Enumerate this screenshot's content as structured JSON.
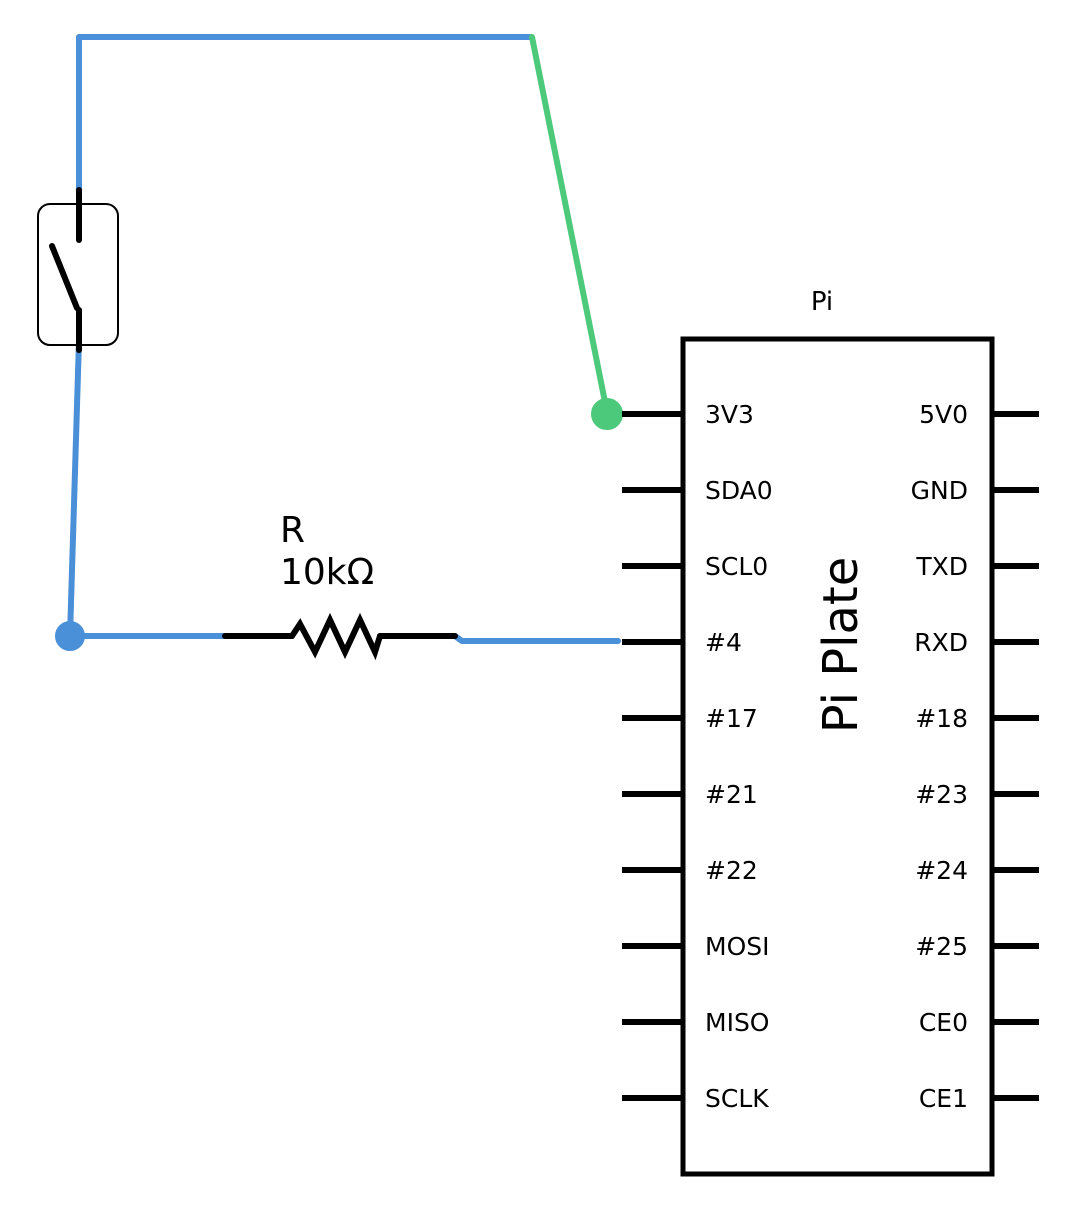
{
  "chip": {
    "part_label": "Pi",
    "body_label": "Pi Plate",
    "left_pins": [
      "3V3",
      "SDA0",
      "SCL0",
      "#4",
      "#17",
      "#21",
      "#22",
      "MOSI",
      "MISO",
      "SCLK"
    ],
    "right_pins": [
      "5V0",
      "GND",
      "TXD",
      "RXD",
      "#18",
      "#23",
      "#24",
      "#25",
      "CE0",
      "CE1"
    ]
  },
  "resistor": {
    "name": "R",
    "value": "10kΩ"
  },
  "colors": {
    "wire_blue": "#4a90d9",
    "wire_green": "#4cc97a",
    "lead_black": "#000000"
  },
  "icons": {
    "switch": "spst-switch-icon",
    "resistor": "resistor-zigzag-icon"
  }
}
